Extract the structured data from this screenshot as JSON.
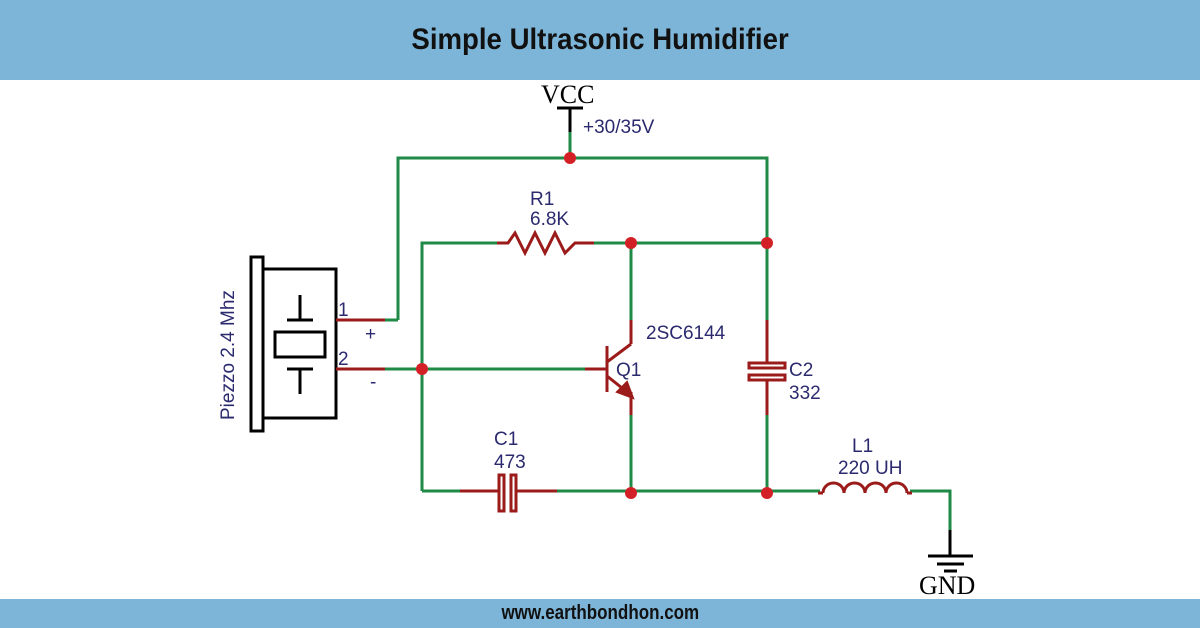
{
  "header": {
    "title": "Simple Ultrasonic Humidifier"
  },
  "footer": {
    "website": "www.earthbondhon.com"
  },
  "colors": {
    "banner": "#7db5d8",
    "wire": "#1f8a46",
    "component": "#9b1b1b",
    "junction": "#d32027",
    "label": "#2b2a6e"
  },
  "power": {
    "vcc_label": "VCC",
    "vcc_voltage": "+30/35V",
    "gnd_label": "GND"
  },
  "components": {
    "piezo": {
      "label": "Piezzo 2.4 Mhz",
      "pin1": "1",
      "pin2": "2",
      "pin1_polarity": "+",
      "pin2_polarity": "-"
    },
    "r1": {
      "ref": "R1",
      "value": "6.8K"
    },
    "q1": {
      "ref": "Q1",
      "part": "2SC6144"
    },
    "c1": {
      "ref": "C1",
      "value": "473"
    },
    "c2": {
      "ref": "C2",
      "value": "332"
    },
    "l1": {
      "ref": "L1",
      "value": "220 UH"
    }
  }
}
